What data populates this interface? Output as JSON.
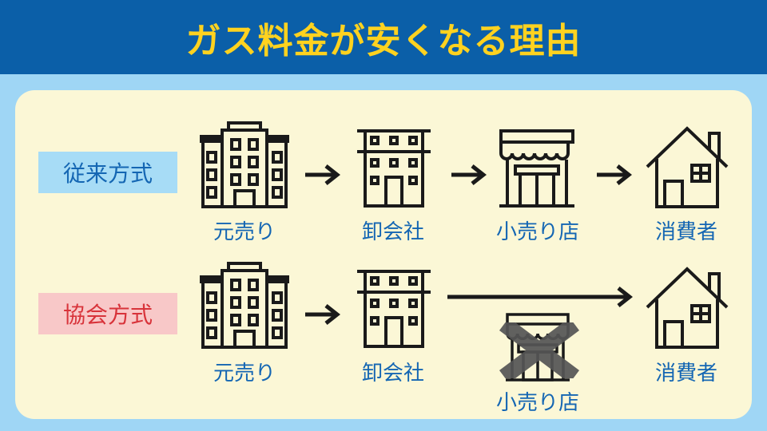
{
  "title": "ガス料金が安くなる理由",
  "rows": {
    "traditional": {
      "tag": "従来方式",
      "nodes": [
        "元売り",
        "卸会社",
        "小売り店",
        "消費者"
      ]
    },
    "association": {
      "tag": "協会方式",
      "nodes": [
        "元売り",
        "卸会社",
        "小売り店",
        "消費者"
      ]
    }
  },
  "colors": {
    "header_bg": "#0b5fa8",
    "title_text": "#ffd21f",
    "page_bg": "#9fd6f5",
    "panel_bg": "#fbf7d6",
    "label_text": "#1466b3",
    "tag_traditional_bg": "#a7dcf6",
    "tag_association_bg": "#f8c8c8",
    "tag_association_text": "#d8333a"
  },
  "icons": {
    "producer": "office-building-icon",
    "wholesaler": "apartment-building-icon",
    "retailer": "storefront-icon",
    "consumer": "house-icon",
    "removed": "cross-mark-icon"
  }
}
